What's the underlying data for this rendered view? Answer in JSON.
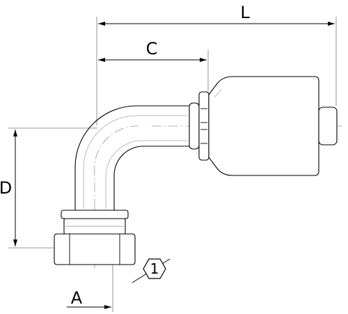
{
  "diagram": {
    "dimension_labels": {
      "L": "L",
      "C": "C",
      "D": "D",
      "A": "A"
    },
    "callout": {
      "number": "1",
      "shape": "hexagon"
    },
    "colors": {
      "line": "#000000",
      "centerline": "#9a9a9a",
      "background": "#ffffff"
    }
  }
}
